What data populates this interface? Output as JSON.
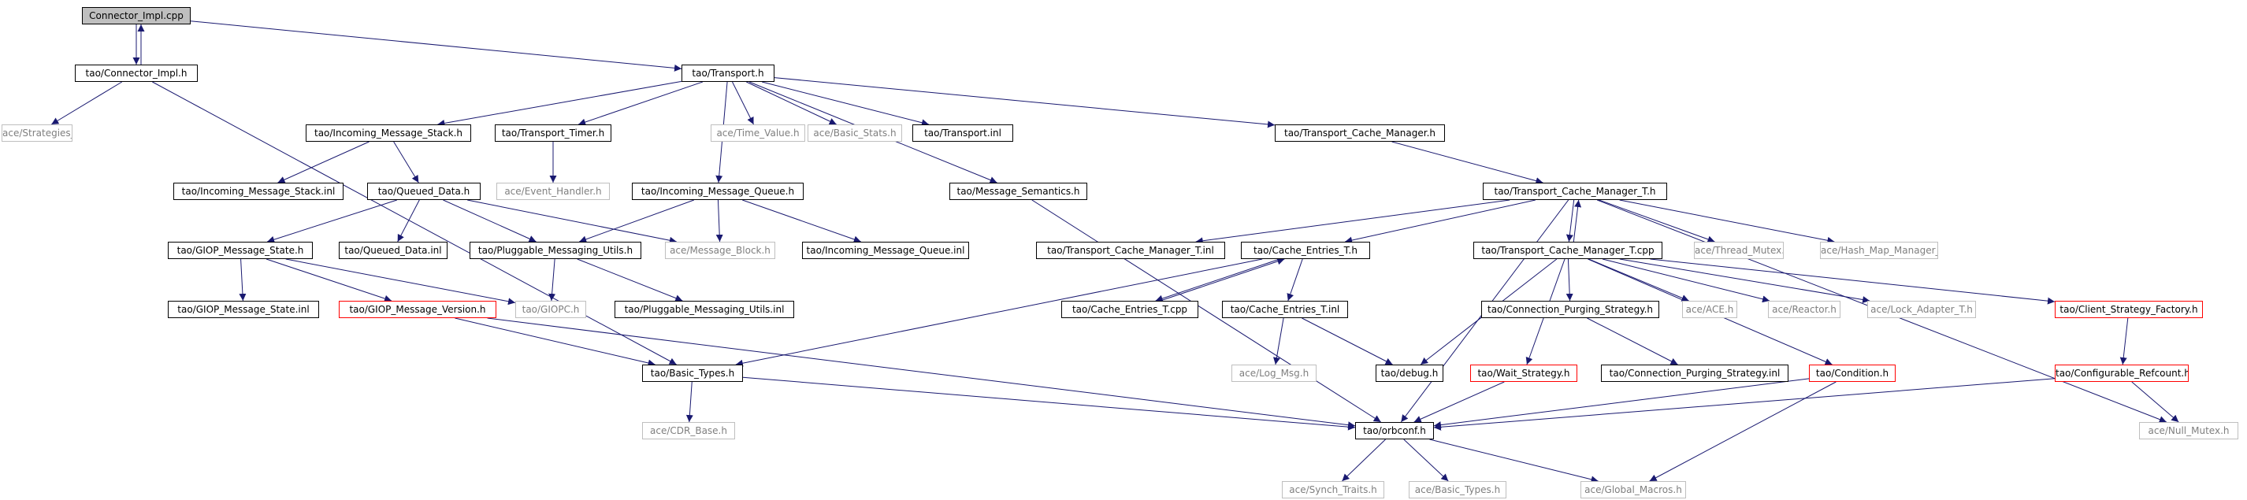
{
  "diagram": {
    "colors": {
      "edge": "#191970",
      "root_fill": "#bfbfbf",
      "external_text": "#7f7f7f",
      "external_border": "#bfbfbf",
      "truncated_border": "#ff0000"
    },
    "nodes": [
      {
        "id": "n0",
        "label": "Connector_Impl.cpp",
        "kind": "root"
      },
      {
        "id": "n1",
        "label": "tao/Connector_Impl.h",
        "kind": "normal"
      },
      {
        "id": "n2",
        "label": "ace/Strategies_T.h",
        "kind": "external"
      },
      {
        "id": "n3",
        "label": "tao/Transport.h",
        "kind": "normal"
      },
      {
        "id": "n4",
        "label": "tao/Incoming_Message_Stack.h",
        "kind": "normal"
      },
      {
        "id": "n5",
        "label": "tao/Transport_Timer.h",
        "kind": "normal"
      },
      {
        "id": "n6",
        "label": "ace/Time_Value.h",
        "kind": "external"
      },
      {
        "id": "n7",
        "label": "ace/Basic_Stats.h",
        "kind": "external"
      },
      {
        "id": "n8",
        "label": "tao/Transport.inl",
        "kind": "normal"
      },
      {
        "id": "n9",
        "label": "tao/Transport_Cache_Manager.h",
        "kind": "normal"
      },
      {
        "id": "n10",
        "label": "tao/Incoming_Message_Stack.inl",
        "kind": "normal"
      },
      {
        "id": "n11",
        "label": "tao/Queued_Data.h",
        "kind": "normal"
      },
      {
        "id": "n12",
        "label": "ace/Event_Handler.h",
        "kind": "external"
      },
      {
        "id": "n13",
        "label": "tao/Incoming_Message_Queue.h",
        "kind": "normal"
      },
      {
        "id": "n14",
        "label": "tao/Message_Semantics.h",
        "kind": "normal"
      },
      {
        "id": "n15",
        "label": "tao/Transport_Cache_Manager_T.h",
        "kind": "normal"
      },
      {
        "id": "n16",
        "label": "tao/GIOP_Message_State.h",
        "kind": "normal"
      },
      {
        "id": "n17",
        "label": "tao/Queued_Data.inl",
        "kind": "normal"
      },
      {
        "id": "n18",
        "label": "tao/Pluggable_Messaging_Utils.h",
        "kind": "normal"
      },
      {
        "id": "n19",
        "label": "ace/Message_Block.h",
        "kind": "external"
      },
      {
        "id": "n20",
        "label": "tao/Incoming_Message_Queue.inl",
        "kind": "normal"
      },
      {
        "id": "n21",
        "label": "tao/Transport_Cache_Manager_T.inl",
        "kind": "normal"
      },
      {
        "id": "n22",
        "label": "tao/Cache_Entries_T.h",
        "kind": "normal"
      },
      {
        "id": "n23",
        "label": "tao/Transport_Cache_Manager_T.cpp",
        "kind": "normal"
      },
      {
        "id": "n24",
        "label": "ace/Thread_Mutex.h",
        "kind": "external"
      },
      {
        "id": "n25",
        "label": "ace/Hash_Map_Manager_T.h",
        "kind": "external"
      },
      {
        "id": "n26",
        "label": "tao/GIOP_Message_State.inl",
        "kind": "normal"
      },
      {
        "id": "n27",
        "label": "tao/GIOP_Message_Version.h",
        "kind": "truncated"
      },
      {
        "id": "n28",
        "label": "tao/GIOPC.h",
        "kind": "external"
      },
      {
        "id": "n29",
        "label": "tao/Pluggable_Messaging_Utils.inl",
        "kind": "normal"
      },
      {
        "id": "n30",
        "label": "tao/Cache_Entries_T.cpp",
        "kind": "normal"
      },
      {
        "id": "n31",
        "label": "tao/Cache_Entries_T.inl",
        "kind": "normal"
      },
      {
        "id": "n32",
        "label": "tao/Connection_Purging_Strategy.h",
        "kind": "normal"
      },
      {
        "id": "n33",
        "label": "ace/ACE.h",
        "kind": "external"
      },
      {
        "id": "n34",
        "label": "ace/Reactor.h",
        "kind": "external"
      },
      {
        "id": "n35",
        "label": "ace/Lock_Adapter_T.h",
        "kind": "external"
      },
      {
        "id": "n36",
        "label": "tao/Client_Strategy_Factory.h",
        "kind": "truncated"
      },
      {
        "id": "n37",
        "label": "tao/Basic_Types.h",
        "kind": "normal"
      },
      {
        "id": "n38",
        "label": "ace/Log_Msg.h",
        "kind": "external"
      },
      {
        "id": "n39",
        "label": "tao/debug.h",
        "kind": "normal"
      },
      {
        "id": "n40",
        "label": "tao/Wait_Strategy.h",
        "kind": "truncated"
      },
      {
        "id": "n41",
        "label": "tao/Connection_Purging_Strategy.inl",
        "kind": "normal"
      },
      {
        "id": "n42",
        "label": "tao/Condition.h",
        "kind": "truncated"
      },
      {
        "id": "n43",
        "label": "tao/Configurable_Refcount.h",
        "kind": "truncated"
      },
      {
        "id": "n44",
        "label": "ace/CDR_Base.h",
        "kind": "external"
      },
      {
        "id": "n45",
        "label": "tao/orbconf.h",
        "kind": "normal"
      },
      {
        "id": "n46",
        "label": "ace/Null_Mutex.h",
        "kind": "external"
      },
      {
        "id": "n47",
        "label": "ace/Synch_Traits.h",
        "kind": "external"
      },
      {
        "id": "n48",
        "label": "ace/Basic_Types.h",
        "kind": "external"
      },
      {
        "id": "n49",
        "label": "ace/Global_Macros.h",
        "kind": "external"
      }
    ],
    "edges": [
      [
        "n0",
        "n1"
      ],
      [
        "n0",
        "n3"
      ],
      [
        "n1",
        "n0"
      ],
      [
        "n1",
        "n2"
      ],
      [
        "n1",
        "n37"
      ],
      [
        "n3",
        "n4"
      ],
      [
        "n3",
        "n5"
      ],
      [
        "n3",
        "n6"
      ],
      [
        "n3",
        "n7"
      ],
      [
        "n3",
        "n8"
      ],
      [
        "n3",
        "n9"
      ],
      [
        "n3",
        "n13"
      ],
      [
        "n3",
        "n14"
      ],
      [
        "n4",
        "n10"
      ],
      [
        "n4",
        "n11"
      ],
      [
        "n5",
        "n12"
      ],
      [
        "n11",
        "n16"
      ],
      [
        "n11",
        "n17"
      ],
      [
        "n11",
        "n18"
      ],
      [
        "n11",
        "n19"
      ],
      [
        "n13",
        "n18"
      ],
      [
        "n13",
        "n19"
      ],
      [
        "n13",
        "n20"
      ],
      [
        "n14",
        "n45"
      ],
      [
        "n9",
        "n15"
      ],
      [
        "n15",
        "n21"
      ],
      [
        "n15",
        "n22"
      ],
      [
        "n15",
        "n23"
      ],
      [
        "n15",
        "n24"
      ],
      [
        "n15",
        "n25"
      ],
      [
        "n15",
        "n45"
      ],
      [
        "n15",
        "n46"
      ],
      [
        "n16",
        "n26"
      ],
      [
        "n16",
        "n27"
      ],
      [
        "n16",
        "n28"
      ],
      [
        "n18",
        "n28"
      ],
      [
        "n18",
        "n29"
      ],
      [
        "n27",
        "n37"
      ],
      [
        "n27",
        "n45"
      ],
      [
        "n22",
        "n30"
      ],
      [
        "n22",
        "n31"
      ],
      [
        "n22",
        "n37"
      ],
      [
        "n30",
        "n22"
      ],
      [
        "n31",
        "n38"
      ],
      [
        "n31",
        "n39"
      ],
      [
        "n23",
        "n15"
      ],
      [
        "n23",
        "n32"
      ],
      [
        "n23",
        "n33"
      ],
      [
        "n23",
        "n34"
      ],
      [
        "n23",
        "n35"
      ],
      [
        "n23",
        "n36"
      ],
      [
        "n23",
        "n39"
      ],
      [
        "n23",
        "n40"
      ],
      [
        "n23",
        "n42"
      ],
      [
        "n32",
        "n41"
      ],
      [
        "n36",
        "n43"
      ],
      [
        "n37",
        "n44"
      ],
      [
        "n37",
        "n45"
      ],
      [
        "n40",
        "n45"
      ],
      [
        "n42",
        "n45"
      ],
      [
        "n42",
        "n49"
      ],
      [
        "n43",
        "n45"
      ],
      [
        "n43",
        "n46"
      ],
      [
        "n45",
        "n47"
      ],
      [
        "n45",
        "n48"
      ],
      [
        "n45",
        "n49"
      ]
    ]
  }
}
